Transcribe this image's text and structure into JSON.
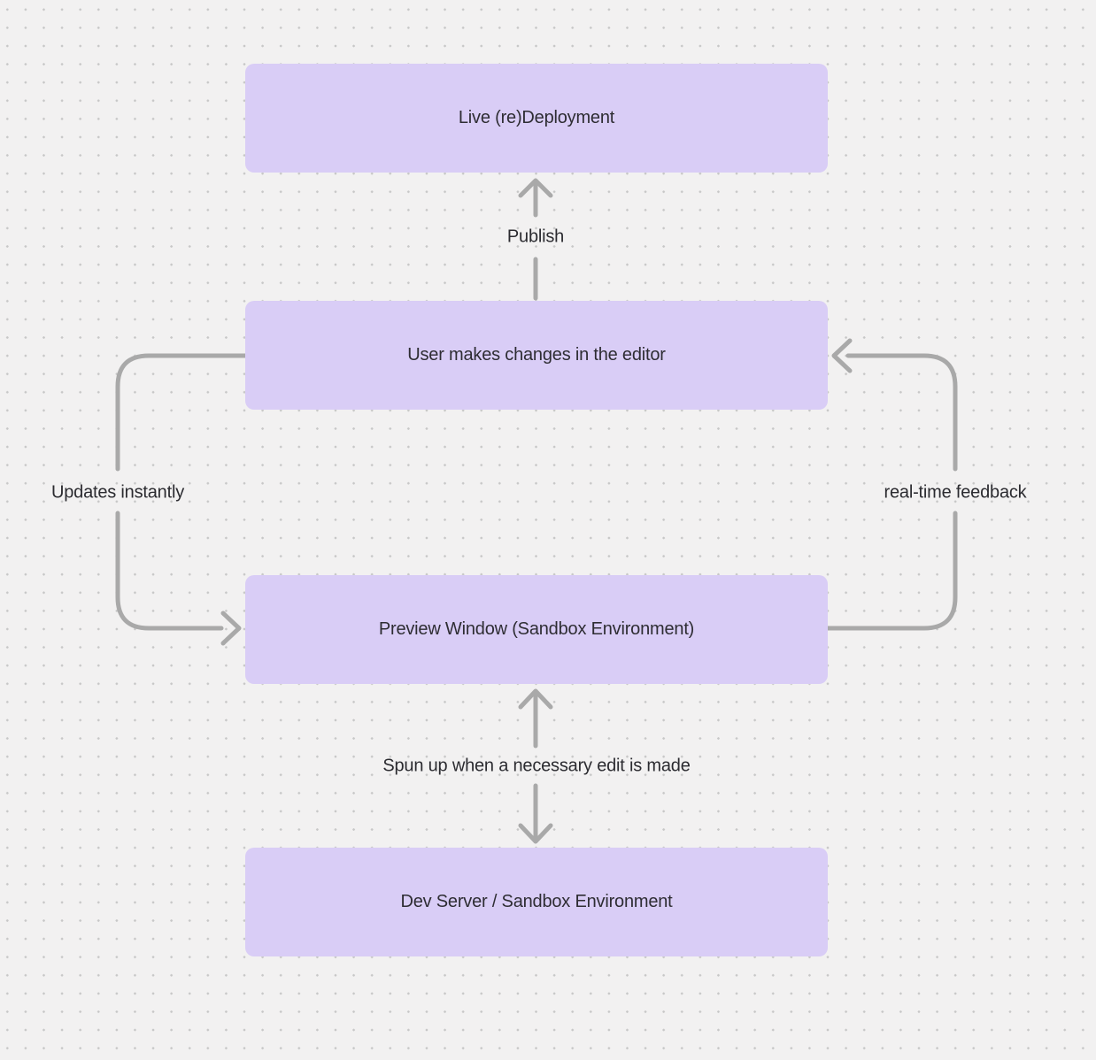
{
  "colors": {
    "canvas-bg": "#f2f1f1",
    "dot": "#c7c7c7",
    "node-fill": "#d9cdf6",
    "node-text": "#2e2d33",
    "connector": "#a9a9a9",
    "label-text": "#2b2b30"
  },
  "diagram": {
    "type": "flowchart",
    "nodes": [
      {
        "id": "live-redeployment",
        "label": "Live (re)Deployment"
      },
      {
        "id": "user-editor",
        "label": "User makes changes in the editor"
      },
      {
        "id": "preview-window",
        "label": "Preview Window (Sandbox Environment)"
      },
      {
        "id": "dev-server",
        "label": "Dev Server / Sandbox Environment"
      }
    ],
    "edges": [
      {
        "id": "publish",
        "from": "user-editor",
        "to": "live-redeployment",
        "label": "Publish",
        "style": "straight-up-arrow"
      },
      {
        "id": "updates-instantly",
        "from": "user-editor",
        "to": "preview-window",
        "label": "Updates instantly",
        "style": "left-loop-arrow"
      },
      {
        "id": "real-time-feedback",
        "from": "preview-window",
        "to": "user-editor",
        "label": "real-time feedback",
        "style": "right-loop-arrow"
      },
      {
        "id": "spun-up",
        "from": "dev-server",
        "to": "preview-window",
        "label": "Spun up when a necessary edit is made",
        "style": "vertical-double-arrow"
      }
    ]
  }
}
